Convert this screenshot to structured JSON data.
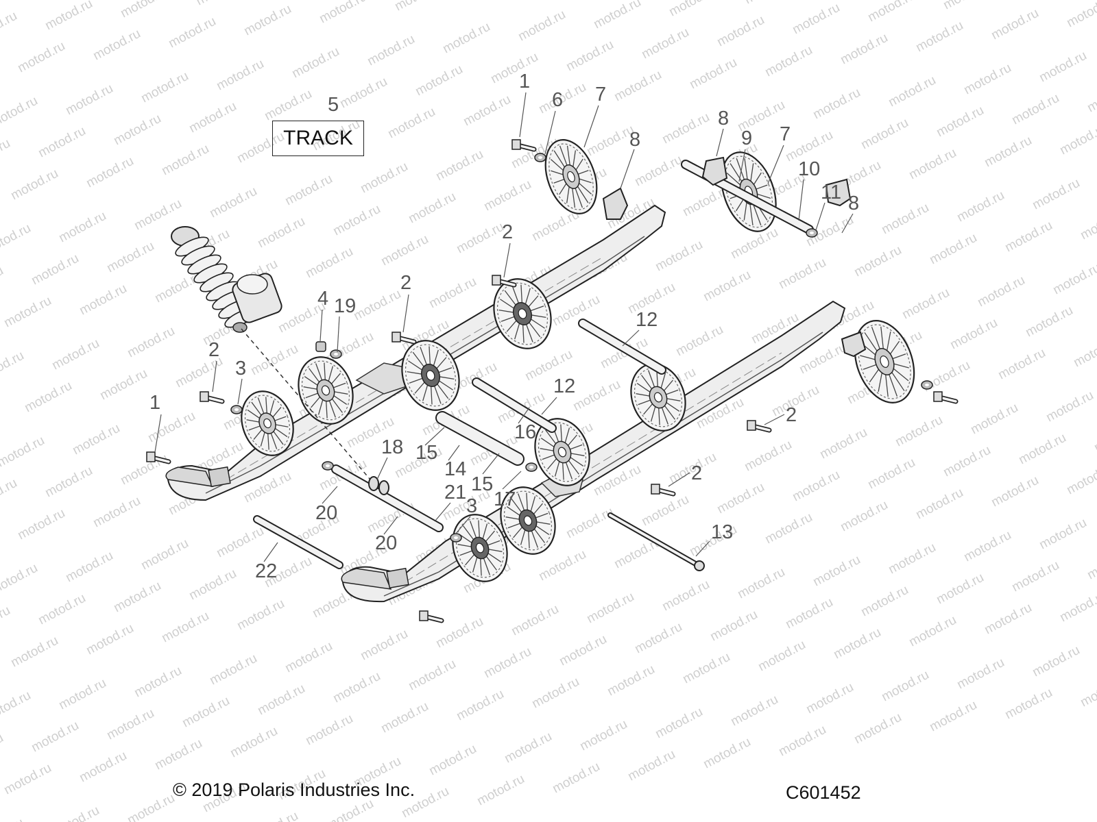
{
  "track_label": "TRACK",
  "copyright": "© 2019 Polaris Industries Inc.",
  "figure_id": "C601452",
  "watermark": "motod.ru",
  "callouts": [
    {
      "id": "c1a",
      "text": "1"
    },
    {
      "id": "c1b",
      "text": "1"
    },
    {
      "id": "c2a",
      "text": "2"
    },
    {
      "id": "c2b",
      "text": "2"
    },
    {
      "id": "c2c",
      "text": "2"
    },
    {
      "id": "c2d",
      "text": "2"
    },
    {
      "id": "c2e",
      "text": "2"
    },
    {
      "id": "c3a",
      "text": "3"
    },
    {
      "id": "c3b",
      "text": "3"
    },
    {
      "id": "c4",
      "text": "4"
    },
    {
      "id": "c5",
      "text": "5"
    },
    {
      "id": "c6",
      "text": "6"
    },
    {
      "id": "c7a",
      "text": "7"
    },
    {
      "id": "c7b",
      "text": "7"
    },
    {
      "id": "c8a",
      "text": "8"
    },
    {
      "id": "c8b",
      "text": "8"
    },
    {
      "id": "c8c",
      "text": "8"
    },
    {
      "id": "c9",
      "text": "9"
    },
    {
      "id": "c10",
      "text": "10"
    },
    {
      "id": "c11",
      "text": "11"
    },
    {
      "id": "c12a",
      "text": "12"
    },
    {
      "id": "c12b",
      "text": "12"
    },
    {
      "id": "c13",
      "text": "13"
    },
    {
      "id": "c14",
      "text": "14"
    },
    {
      "id": "c15a",
      "text": "15"
    },
    {
      "id": "c15b",
      "text": "15"
    },
    {
      "id": "c16",
      "text": "16"
    },
    {
      "id": "c17",
      "text": "17"
    },
    {
      "id": "c18",
      "text": "18"
    },
    {
      "id": "c19",
      "text": "19"
    },
    {
      "id": "c20a",
      "text": "20"
    },
    {
      "id": "c20b",
      "text": "20"
    },
    {
      "id": "c21",
      "text": "21"
    },
    {
      "id": "c22",
      "text": "22"
    }
  ]
}
